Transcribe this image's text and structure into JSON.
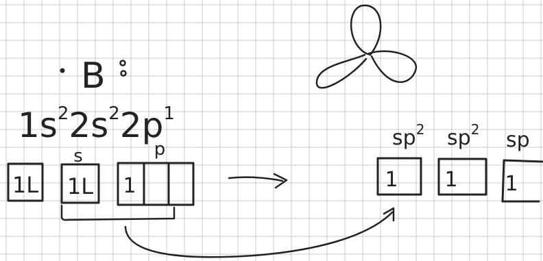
{
  "grid": {
    "line_color": "#c9c9c9",
    "background": "#ffffff"
  },
  "ink_color": "#222222",
  "atom": {
    "symbol": "B"
  },
  "configuration": {
    "label": "1s²2s²2p¹",
    "terms": [
      {
        "orbital": "1s",
        "electrons": "2"
      },
      {
        "orbital": "2s",
        "electrons": "2"
      },
      {
        "orbital": "2p",
        "electrons": "1"
      }
    ]
  },
  "ground_state": {
    "boxes": [
      {
        "label": "",
        "cells": [
          "1L"
        ]
      },
      {
        "label": "s",
        "cells": [
          "1L"
        ]
      },
      {
        "label": "p",
        "cells": [
          "1",
          "",
          ""
        ]
      }
    ]
  },
  "hybrid_state": {
    "orbitals": [
      {
        "label": "sp",
        "superscript": "2",
        "cell": "1"
      },
      {
        "label": "sp",
        "superscript": "2",
        "cell": "1"
      },
      {
        "label": "sp",
        "superscript": "",
        "cell": "1"
      }
    ]
  },
  "trigonal_icon": "trigonal-planar-lobes-icon"
}
